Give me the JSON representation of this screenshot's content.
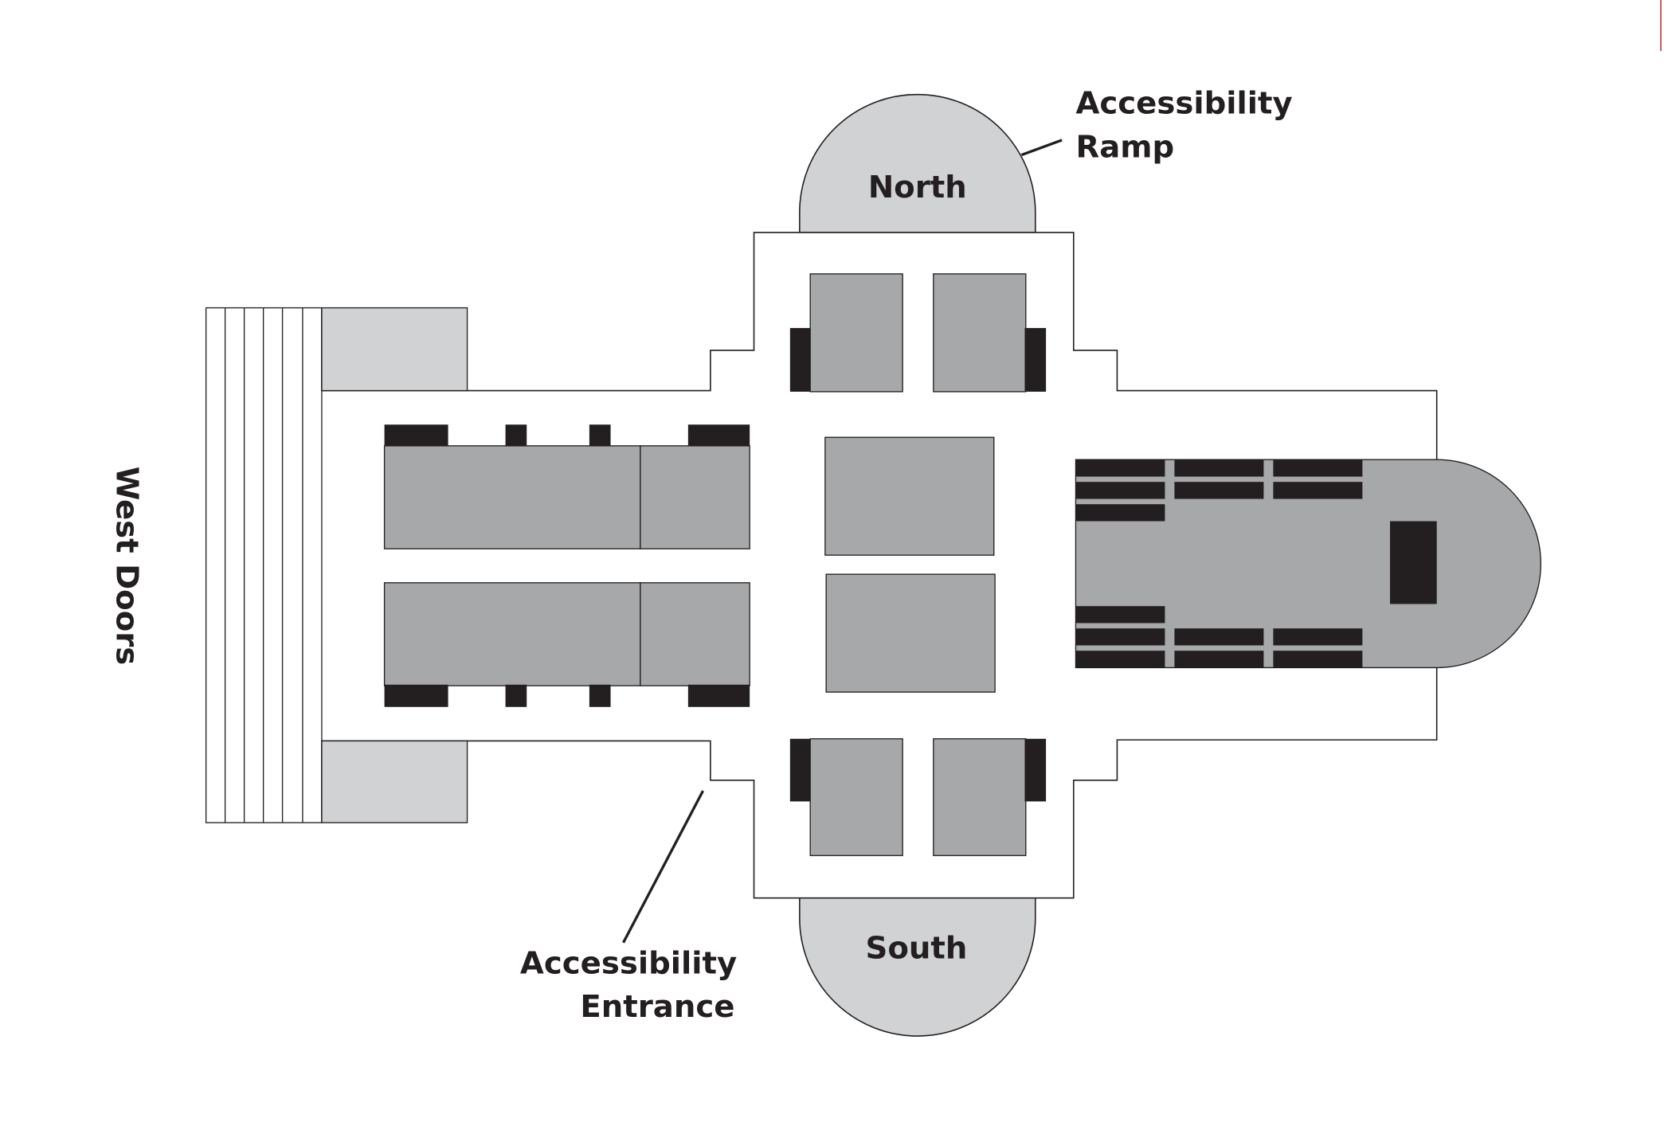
{
  "labels": {
    "north": "North",
    "south": "South",
    "west_doors": "West Doors",
    "ramp_line1": "Accessibility",
    "ramp_line2": "Ramp",
    "entrance_line1": "Accessibility",
    "entrance_line2": "Entrance"
  },
  "colors": {
    "floor": "#ffffff",
    "outline": "#231f20",
    "pew": "#a7a8aa",
    "light_area": "#d1d2d4",
    "dark_block": "#231f20",
    "text": "#231f20"
  }
}
